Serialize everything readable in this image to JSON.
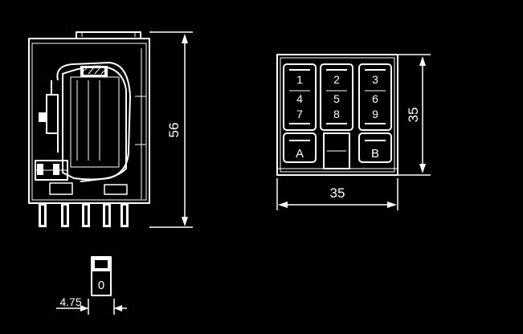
{
  "colors": {
    "background": "#000000",
    "ink": "#ffffff"
  },
  "side_view": {
    "height_label": "56"
  },
  "top_view": {
    "width_label": "35",
    "height_label": "35",
    "pins": [
      "1",
      "2",
      "3",
      "4",
      "5",
      "6",
      "7",
      "8",
      "9"
    ],
    "coil_left": "A",
    "coil_right": "B"
  },
  "pin_detail": {
    "pin_label": "0",
    "pitch_label": "4.75"
  }
}
